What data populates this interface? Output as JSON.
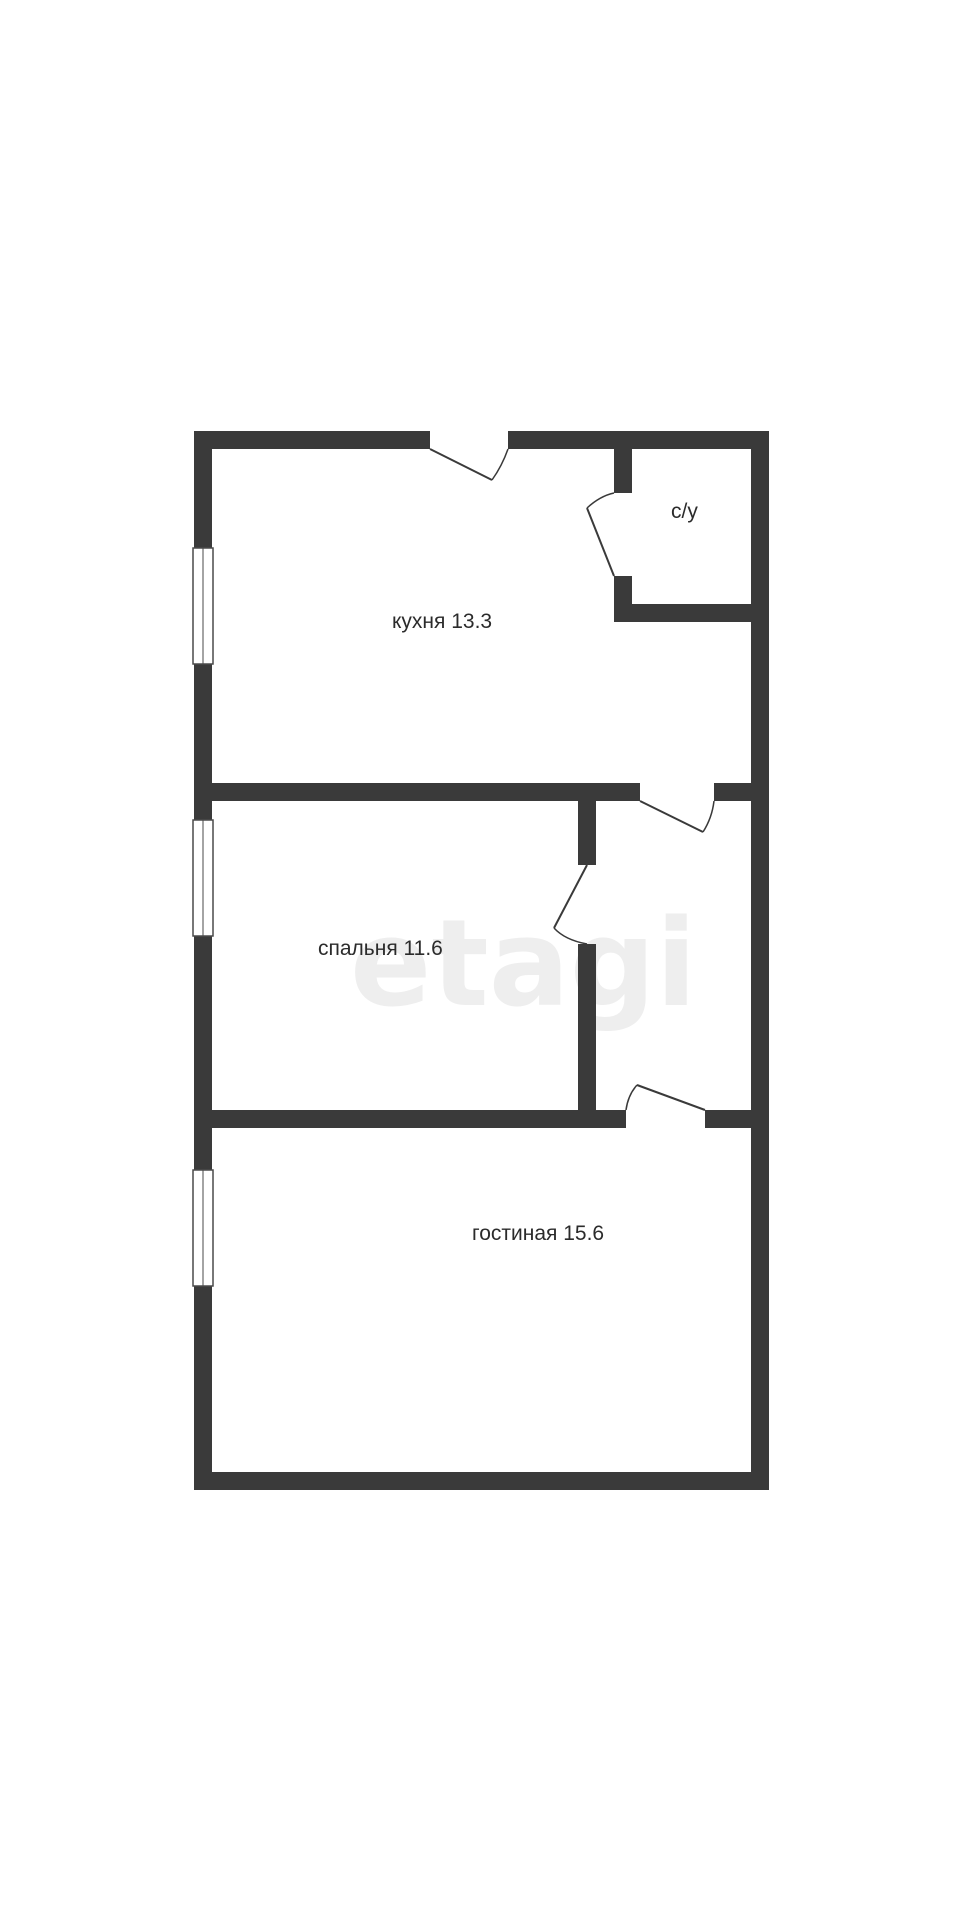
{
  "watermark": "etagi",
  "rooms": {
    "kitchen": "кухня 13.3",
    "bathroom": "с/у",
    "bedroom": "спальня 11.6",
    "living": "гостиная 15.6"
  },
  "colors": {
    "wall": "#3a3a3a",
    "background": "#ffffff"
  }
}
